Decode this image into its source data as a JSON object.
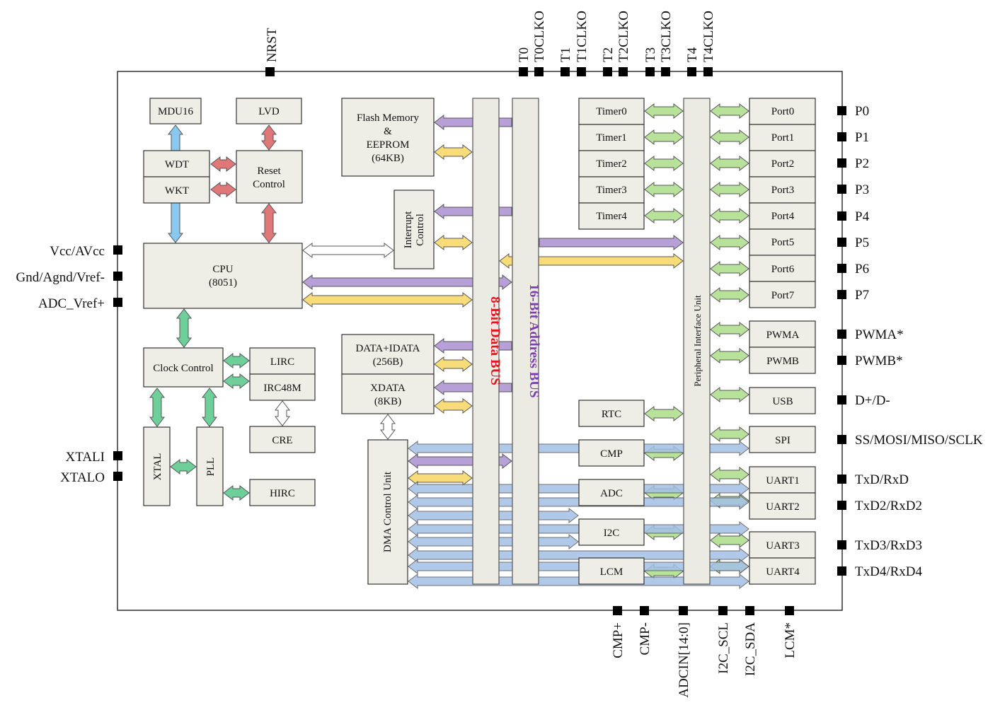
{
  "colors": {
    "block_fill": "#eeeee6",
    "purple": "#b79fd8",
    "yellow": "#f9dc7a",
    "green": "#b8e29a",
    "blue": "#a4c0e6",
    "red": "#e0787a",
    "light_blue": "#8ac8ef",
    "teal_green": "#6fcf9a",
    "white_arrow": "#ffffff",
    "data_bus_label": "#e8141c",
    "address_bus_label": "#7a3fb2"
  },
  "top_pins": {
    "nrst": "NRST",
    "t0": "T0",
    "t0clko": "T0CLKO",
    "t1": "T1",
    "t1clko": "T1CLKO",
    "t2": "T2",
    "t2clko": "T2CLKO",
    "t3": "T3",
    "t3clko": "T3CLKO",
    "t4": "T4",
    "t4clko": "T4CLKO"
  },
  "left_pins": {
    "vcc": "Vcc/AVcc",
    "gnd": "Gnd/Agnd/Vref-",
    "adc_vref": "ADC_Vref+",
    "xtali": "XTALI",
    "xtalo": "XTALO"
  },
  "right_pins": {
    "p0": "P0",
    "p1": "P1",
    "p2": "P2",
    "p3": "P3",
    "p4": "P4",
    "p5": "P5",
    "p6": "P6",
    "p7": "P7",
    "pwma": "PWMA*",
    "pwmb": "PWMB*",
    "usb": "D+/D-",
    "spi": "SS/MOSI/MISO/SCLK",
    "uart1": "TxD/RxD",
    "uart2": "TxD2/RxD2",
    "uart3": "TxD3/RxD3",
    "uart4": "TxD4/RxD4"
  },
  "bottom_pins": {
    "cmp_plus": "CMP+",
    "cmp_minus": "CMP-",
    "adcin": "ADCIN[14:0]",
    "i2c_scl": "I2C_SCL",
    "i2c_sda": "I2C_SDA",
    "lcm": "LCM*"
  },
  "blocks": {
    "mdu16": "MDU16",
    "lvd": "LVD",
    "wdt": "WDT",
    "wkt": "WKT",
    "reset_1": "Reset",
    "reset_2": "Control",
    "cpu_1": "CPU",
    "cpu_2": "(8051)",
    "flash_1": "Flash Memory",
    "flash_2": "&",
    "flash_3": "EEPROM",
    "flash_4": "(64KB)",
    "interrupt_1": "Interrupt",
    "interrupt_2": "Control",
    "clock_control": "Clock Control",
    "lirc": "LIRC",
    "irc48m": "IRC48M",
    "cre": "CRE",
    "hirc": "HIRC",
    "xtal": "XTAL",
    "pll": "PLL",
    "data_1": "DATA+IDATA",
    "data_2": "(256B)",
    "xdata_1": "XDATA",
    "xdata_2": "(8KB)",
    "dma": "DMA Control Unit",
    "timer0": "Timer0",
    "timer1": "Timer1",
    "timer2": "Timer2",
    "timer3": "Timer3",
    "timer4": "Timer4",
    "rtc": "RTC",
    "cmp": "CMP",
    "adc": "ADC",
    "i2c": "I2C",
    "lcm": "LCM",
    "port0": "Port0",
    "port1": "Port1",
    "port2": "Port2",
    "port3": "Port3",
    "port4": "Port4",
    "port5": "Port5",
    "port6": "Port6",
    "port7": "Port7",
    "pwma": "PWMA",
    "pwmb": "PWMB",
    "usb": "USB",
    "spi": "SPI",
    "uart1": "UART1",
    "uart2": "UART2",
    "uart3": "UART3",
    "uart4": "UART4",
    "piu": "Peripheral Interface Unit"
  },
  "buses": {
    "data_bus": "8-Bit Data BUS",
    "address_bus": "16-Bit Address BUS"
  }
}
